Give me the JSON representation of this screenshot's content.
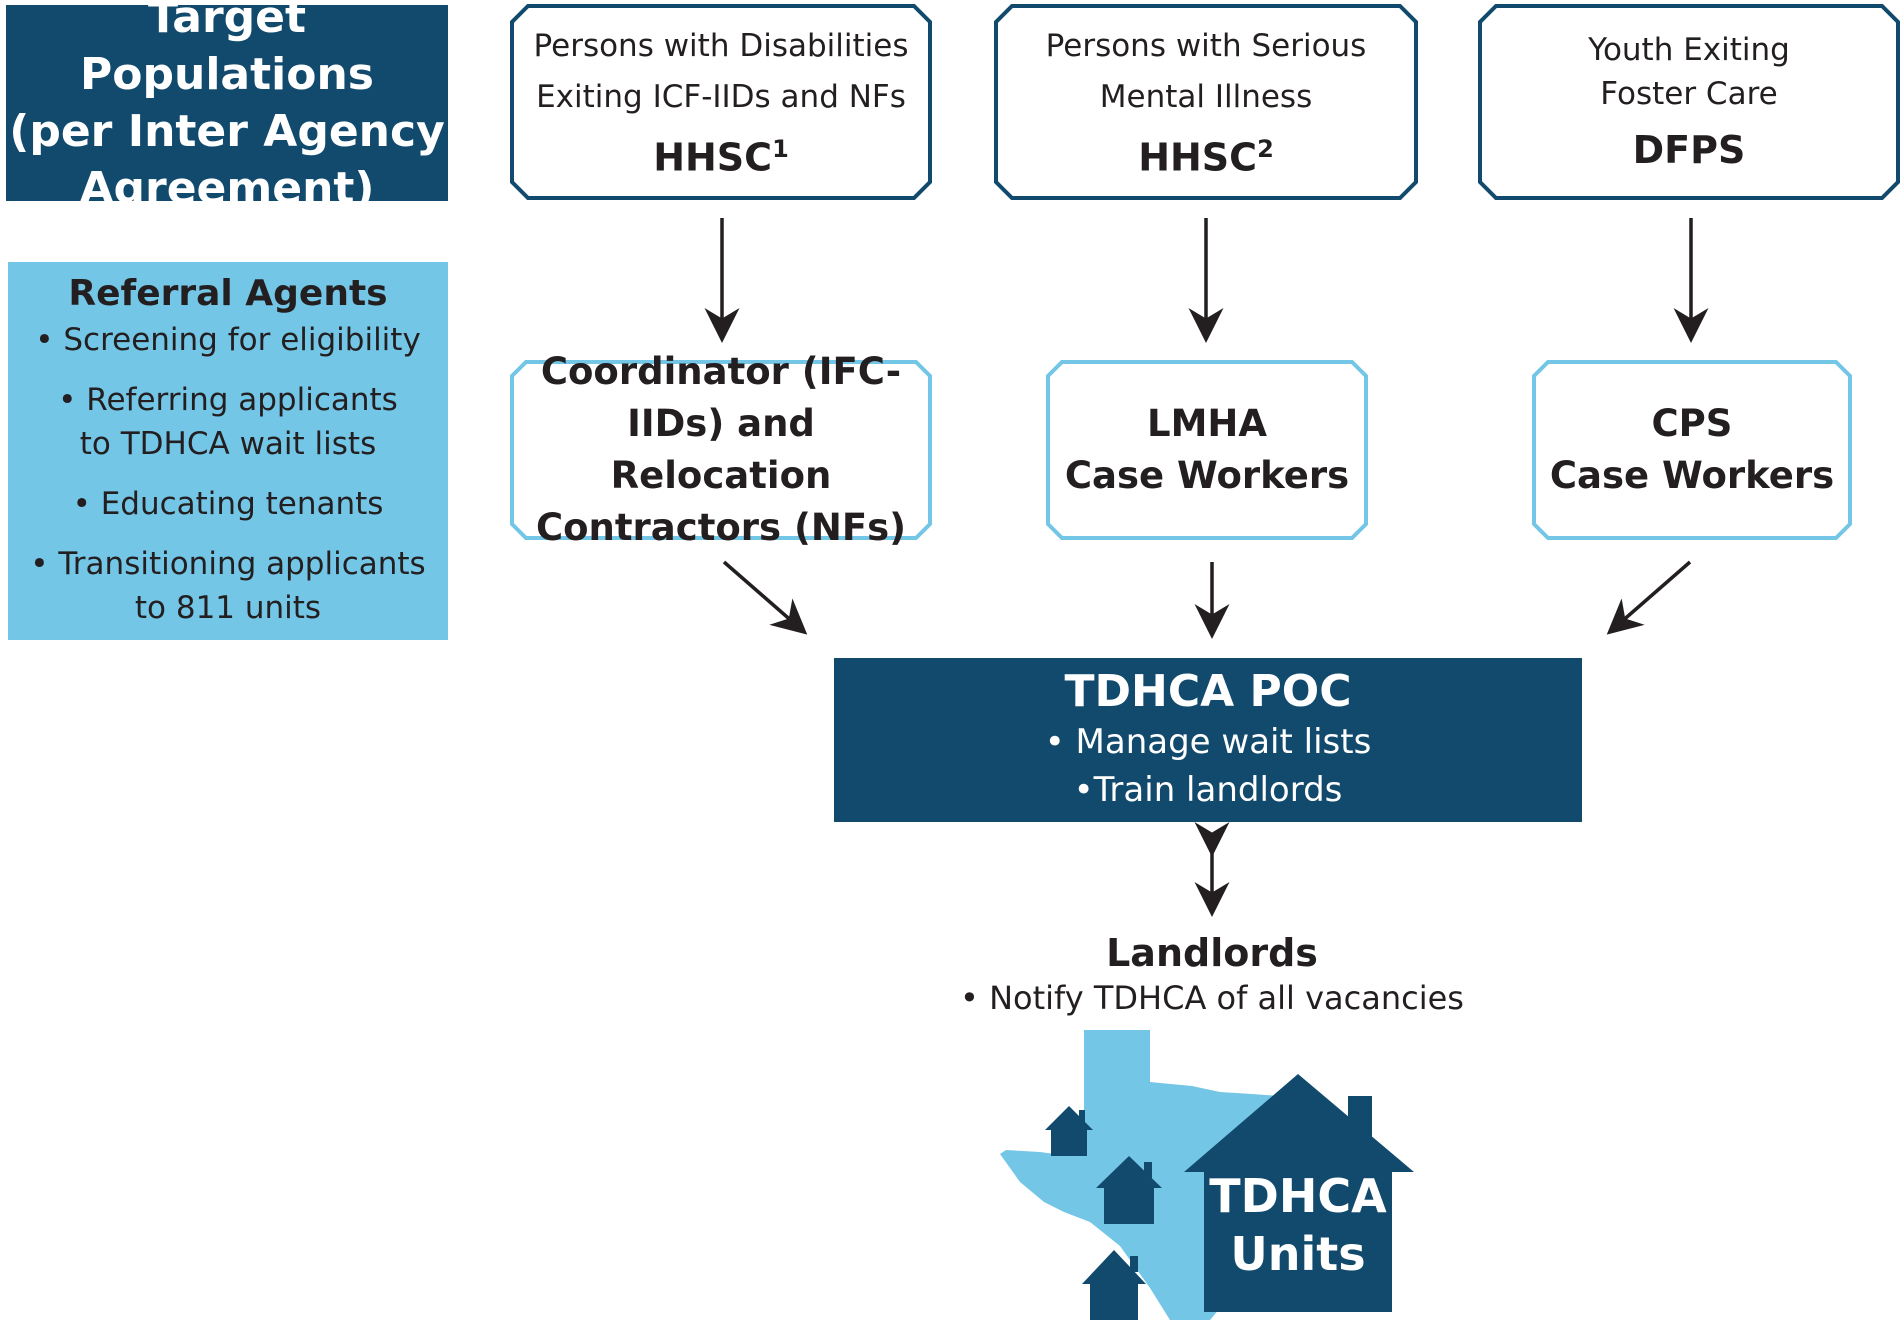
{
  "target_populations": {
    "title_lines": [
      "Target Populations",
      "(per Inter Agency",
      "Agreement)"
    ]
  },
  "referral_agents": {
    "title": "Referral Agents",
    "items": [
      [
        "• Screening for eligibility"
      ],
      [
        "• Referring applicants",
        "to TDHCA wait lists"
      ],
      [
        "• Educating tenants"
      ],
      [
        "• Transitioning applicants",
        "to 811 units"
      ]
    ]
  },
  "populations": [
    {
      "lines": [
        "Persons with Disabilities",
        "Exiting ICF-IIDs and NFs"
      ],
      "agency": "HHSC",
      "footnote": "1"
    },
    {
      "lines": [
        "Persons with Serious",
        "Mental Illness"
      ],
      "agency": "HHSC",
      "footnote": "2"
    },
    {
      "lines": [
        "Youth Exiting",
        "Foster Care"
      ],
      "agency": "DFPS",
      "footnote": ""
    }
  ],
  "referral_boxes": [
    {
      "lines": [
        "Coordinator (IFC-",
        "IIDs) and Relocation",
        "Contractors (NFs)"
      ]
    },
    {
      "lines": [
        "LMHA",
        "Case Workers"
      ]
    },
    {
      "lines": [
        "CPS",
        "Case Workers"
      ]
    }
  ],
  "poc": {
    "title": "TDHCA POC",
    "items": [
      "• Manage wait lists",
      "•Train landlords"
    ]
  },
  "landlords": {
    "title": "Landlords",
    "item": "• Notify TDHCA of all vacancies"
  },
  "units": {
    "lines": [
      "TDHCA",
      "Units"
    ]
  },
  "colors": {
    "dark_blue": "#114a6c",
    "light_blue": "#74c6e6",
    "arrow": "#231f20"
  }
}
